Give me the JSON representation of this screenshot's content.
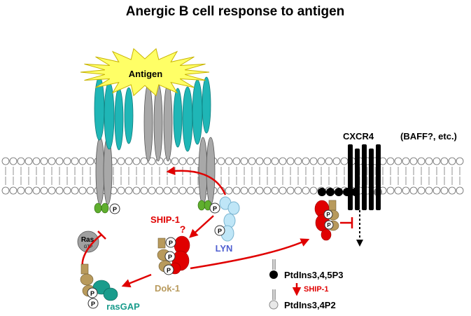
{
  "title": "Anergic B cell response to antigen",
  "antigen_label": "Antigen",
  "cxcr4_label": "CXCR4",
  "cxcr4_note": "(BAFF?, etc.)",
  "ship1_label": "SHIP-1",
  "ship1_question": "?",
  "lyn_label": "LYN",
  "dok1_label": "Dok-1",
  "rasgap_label": "rasGAP",
  "ras_label": "Ras",
  "ras_gtp_label": "GTP",
  "phospho_label": "P",
  "legend": {
    "pip3_label": "PtdIns3,4,5P3",
    "enzyme_label": "SHIP-1",
    "pip2_label": "PtdIns3,4P2"
  },
  "colors": {
    "title": "#000000",
    "antigen_fill": "#ffff66",
    "antigen_stroke": "#c8b400",
    "heavy_chain": "#1fb6b6",
    "light_chain": "#a8a8a8",
    "membrane_stroke": "#555555",
    "lyn": "#bfe6f7",
    "lyn_text": "#4f5fd0",
    "ship1": "#e00000",
    "dok1": "#b89a5c",
    "dok1_text": "#b89a5c",
    "rasgap": "#199c8c",
    "rasgap_text": "#199c8c",
    "ras": "#a0a0a0",
    "itam_green": "#5fae2e",
    "arrow_red": "#e00000",
    "cxcr4": "#000000",
    "pip3_dot": "#000000",
    "pip2_dot": "#d8d8d8"
  }
}
